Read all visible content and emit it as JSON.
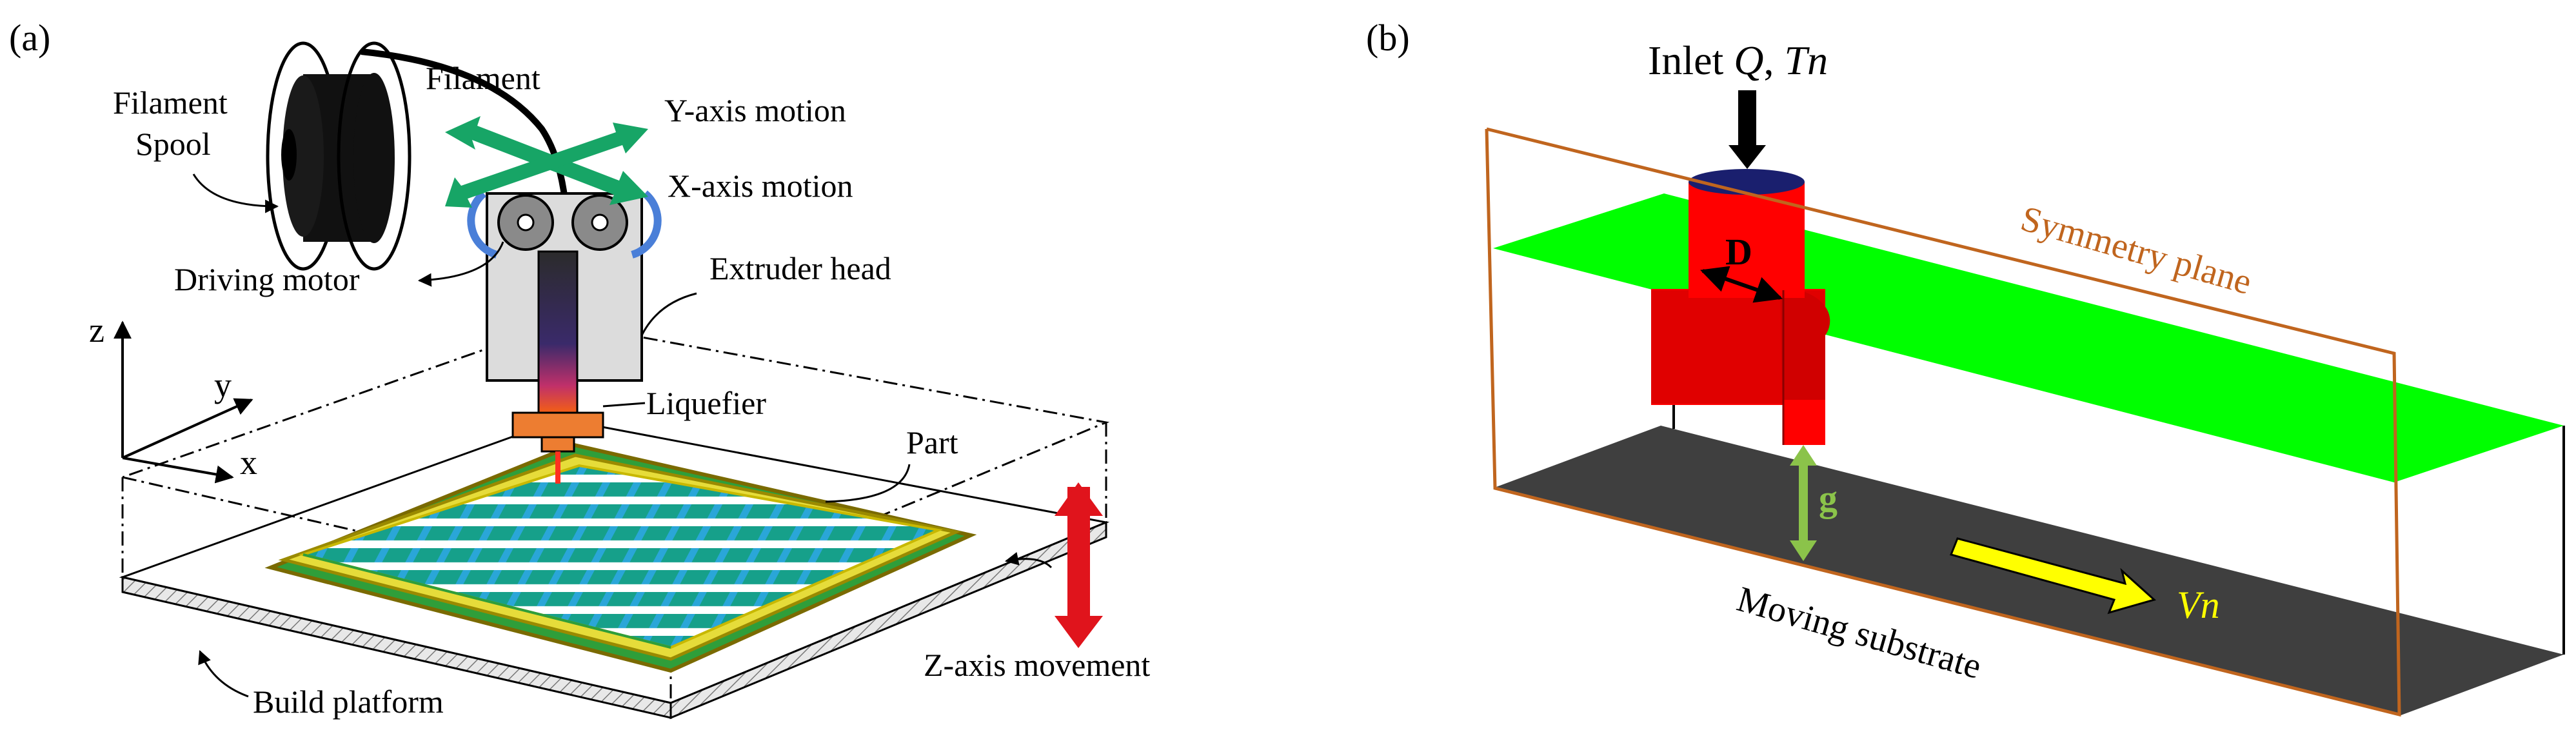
{
  "panel_a": {
    "tag": "(a)",
    "labels": {
      "filament_spool_line1": "Filament",
      "filament_spool_line2": "Spool",
      "filament": "Filament",
      "y_axis_motion": "Y-axis motion",
      "x_axis_motion": "X-axis motion",
      "driving_motor": "Driving motor",
      "extruder_head": "Extruder head",
      "liquefier": "Liquefier",
      "part": "Part",
      "build_platform": "Build platform",
      "z_axis_movement": "Z-axis movement",
      "axis_z": "z",
      "axis_y": "y",
      "axis_x": "x"
    }
  },
  "panel_b": {
    "tag": "(b)",
    "labels": {
      "inlet_prefix": "Inlet ",
      "inlet_q": "Q",
      "inlet_sep": ", ",
      "inlet_tn": "Tn",
      "symmetry_plane": "Symmetry plane",
      "diameter": "D",
      "gap": "g",
      "velocity": "Vn",
      "moving_substrate": "Moving  substrate"
    }
  },
  "colors": {
    "nozzle_red": "#ff0000",
    "symmetry_plane_green": "#00ff00",
    "substrate_dark": "#3f3f3f",
    "domain_outline_orange": "#c0651e",
    "velocity_arrow_yellow": "#ffff00",
    "gap_arrow_green": "#8bc34a",
    "motion_arrow_green": "#17a566",
    "z_arrow_red": "#e0141c",
    "liquefier_orange": "#ed7d31"
  }
}
